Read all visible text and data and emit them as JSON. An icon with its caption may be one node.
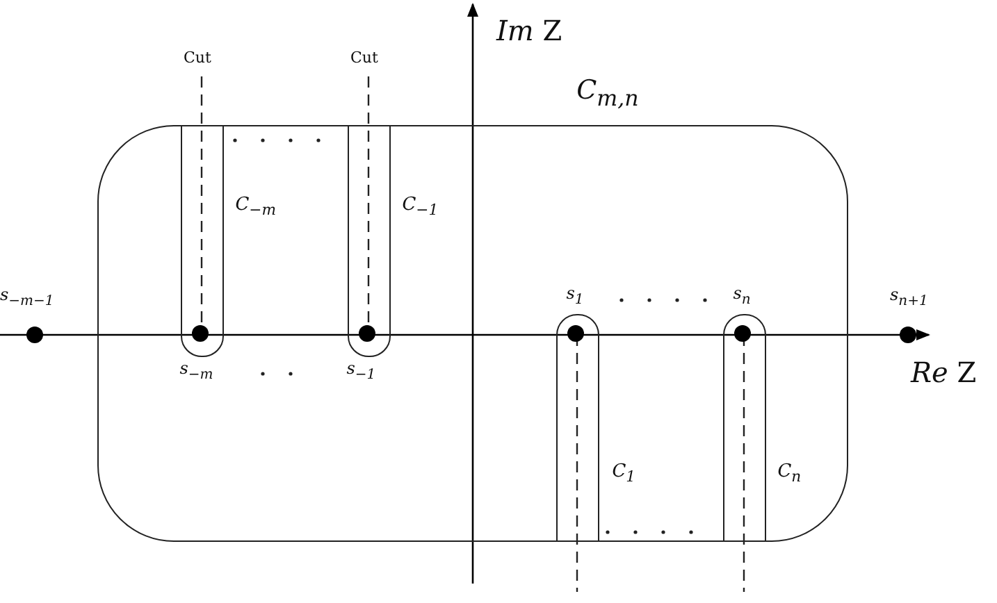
{
  "diagram": {
    "nodes": [
      {
        "text": [
          "C$_{m,n}$"
        ]
      },
      {
        "text": [
          "C$_{−m}$"
        ],
        "in": 0
      },
      {
        "text": [
          "C$_{−1}$"
        ],
        "in": 0
      },
      {
        "text": [
          "C$_{1}$"
        ],
        "in": 0
      },
      {
        "text": [
          "C$_{n}$"
        ],
        "in": 0
      },
      {
        "text": [
          "s$_{−m−1}$"
        ]
      },
      {
        "text": [
          "s$_{−m}$"
        ],
        "in": 1
      },
      {
        "text": [
          "s$_{−1}$"
        ],
        "in": 2
      },
      {
        "text": [
          "s$_{1}$"
        ],
        "in": 3
      },
      {
        "text": [
          "s$_{n}$"
        ],
        "in": 4
      },
      {
        "text": [
          "s$_{n+1}$"
        ]
      }
    ],
    "labels": [
      "Cut",
      "Cut",
      "*Im* Z",
      "*Re* Z"
    ]
  }
}
